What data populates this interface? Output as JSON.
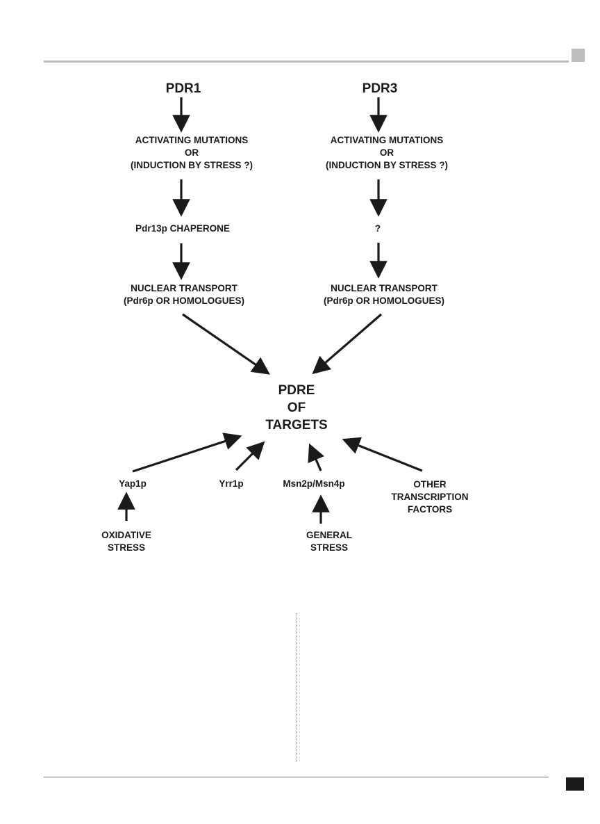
{
  "diagram": {
    "pdr1": {
      "title": "PDR1",
      "activation": [
        "ACTIVATING MUTATIONS",
        "OR",
        "(INDUCTION BY STRESS ?)"
      ],
      "chaperone": "Pdr13p CHAPERONE",
      "transport": [
        "NUCLEAR TRANSPORT",
        "(Pdr6p OR HOMOLOGUES)"
      ]
    },
    "pdr3": {
      "title": "PDR3",
      "activation": [
        "ACTIVATING MUTATIONS",
        "OR",
        "(INDUCTION BY STRESS ?)"
      ],
      "chaperone": "?",
      "transport": [
        "NUCLEAR TRANSPORT",
        "(Pdr6p OR HOMOLOGUES)"
      ]
    },
    "target": [
      "PDRE",
      "OF",
      "TARGETS"
    ],
    "factors": {
      "yap1p": "Yap1p",
      "yrr1p": "Yrr1p",
      "msn": "Msn2p/Msn4p",
      "other": [
        "OTHER",
        "TRANSCRIPTION",
        "FACTORS"
      ]
    },
    "stresses": {
      "oxidative": [
        "OXIDATIVE",
        "STRESS"
      ],
      "general": [
        "GENERAL",
        "STRESS"
      ]
    }
  }
}
